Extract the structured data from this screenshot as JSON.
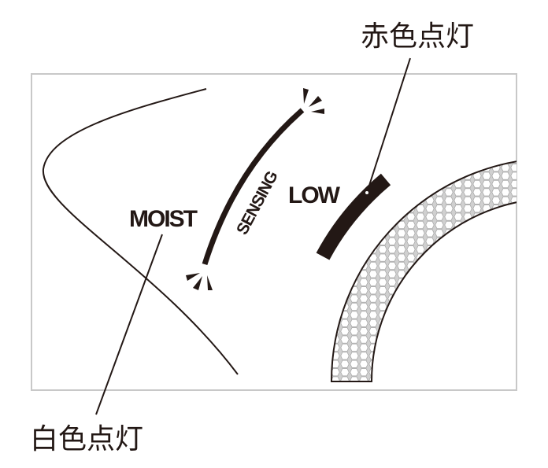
{
  "labels": {
    "red_lit": "赤色点灯",
    "white_lit": "白色点灯",
    "moist": "MOIST",
    "sensing": "SENSING",
    "low": "LOW"
  },
  "colors": {
    "ink": "#231815",
    "frame": "#c8c8c8",
    "hex": "#aaaaaa"
  }
}
